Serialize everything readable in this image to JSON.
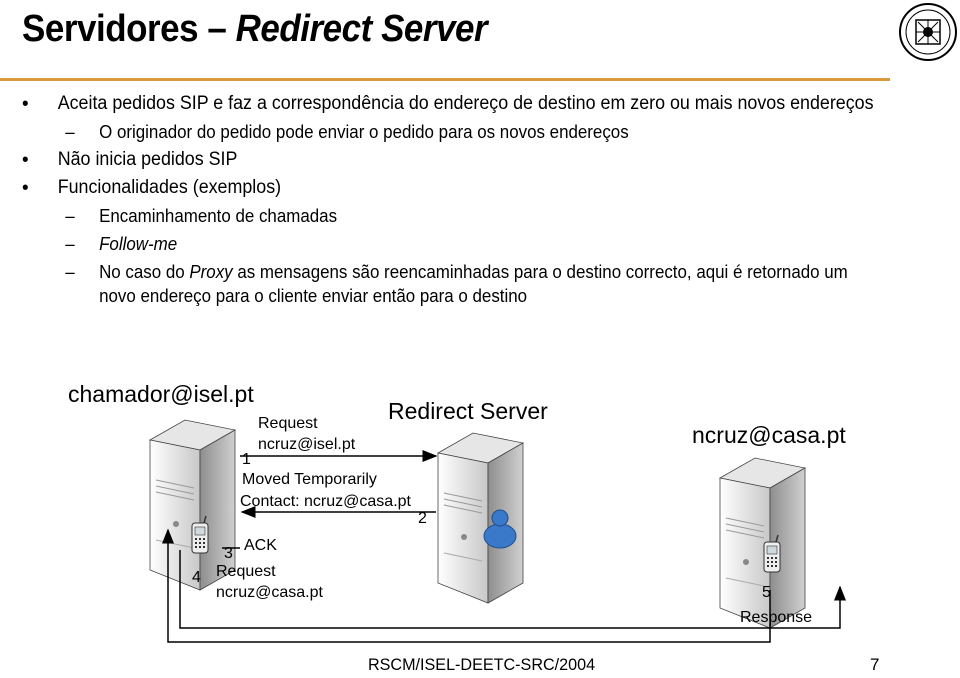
{
  "title": {
    "main": "Servidores – ",
    "italic": "Redirect Server"
  },
  "bullets": [
    {
      "level": 1,
      "parts": [
        {
          "t": "Aceita pedidos SIP e faz a correspondência do endereço de destino em zero ou mais novos endereços"
        }
      ]
    },
    {
      "level": 2,
      "parts": [
        {
          "t": "O originador do pedido pode enviar o pedido para os novos endereços"
        }
      ]
    },
    {
      "level": 1,
      "parts": [
        {
          "t": "Não inicia pedidos SIP"
        }
      ]
    },
    {
      "level": 1,
      "parts": [
        {
          "t": "Funcionalidades (exemplos)"
        }
      ]
    },
    {
      "level": 2,
      "parts": [
        {
          "t": "Encaminhamento de chamadas"
        }
      ]
    },
    {
      "level": 2,
      "parts": [
        {
          "t": "Follow-me",
          "i": true
        }
      ]
    },
    {
      "level": 2,
      "parts": [
        {
          "t": "No caso do "
        },
        {
          "t": "Proxy",
          "i": true
        },
        {
          "t": " as mensagens são reencaminhadas para o destino correcto, aqui é retornado um novo endereço para o cliente enviar então para o destino"
        }
      ]
    }
  ],
  "diagram": {
    "caller": "chamador@isel.pt",
    "server": "Redirect Server",
    "callee": "ncruz@casa.pt",
    "msg1_a": "Request",
    "msg1_b": "ncruz@isel.pt",
    "num1": "1",
    "msg2_a": "Moved Temporarily",
    "msg2_b": "Contact: ncruz@casa.pt",
    "num2": "2",
    "num3": "3",
    "msg3": "ACK",
    "num4": "4",
    "msg4_a": "Request",
    "msg4_b": "ncruz@casa.pt",
    "num5": "5",
    "msg5": "Response"
  },
  "footer": {
    "text": "RSCM/ISEL-DEETC-SRC/2004",
    "page": "7"
  },
  "colors": {
    "rule": "#d89a3a",
    "server_light": "#f4f4f4",
    "server_shade": "#9a9a9a",
    "person": "#3a78c9"
  }
}
